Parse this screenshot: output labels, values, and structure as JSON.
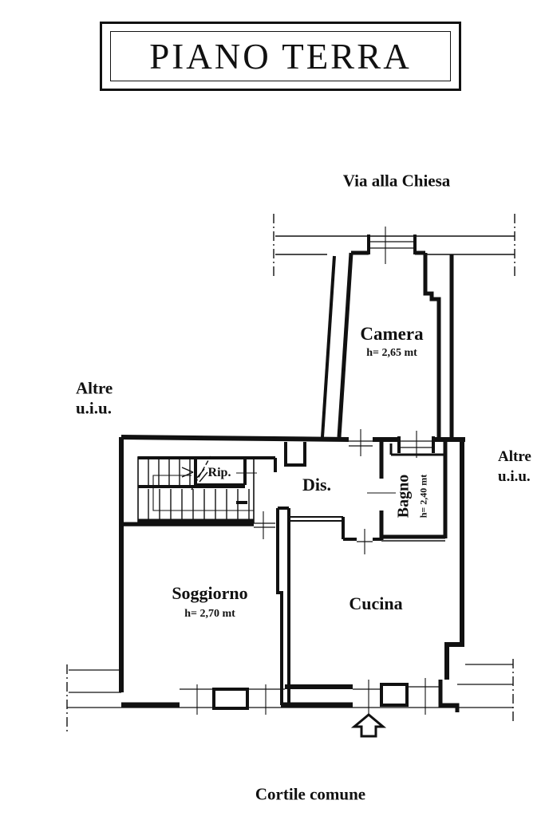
{
  "title": "PIANO TERRA",
  "labels": {
    "street": "Via alla Chiesa",
    "courtyard": "Cortile comune",
    "neighbor_left": [
      "Altre",
      "u.i.u."
    ],
    "neighbor_right": [
      "Altre",
      "u.i.u."
    ]
  },
  "rooms": {
    "camera": {
      "name": "Camera",
      "height": "h= 2,65 mt"
    },
    "bagno": {
      "name": "Bagno",
      "height": "h= 2,40 mt"
    },
    "dis": {
      "name": "Dis."
    },
    "rip": {
      "name": "Rip."
    },
    "soggiorno": {
      "name": "Soggiorno",
      "height": "h= 2,70 mt"
    },
    "cucina": {
      "name": "Cucina"
    }
  },
  "icons": {
    "entrance_arrow": "up-block-arrow",
    "stair_direction_arrow": "right-open-arrow"
  },
  "colors": {
    "ink": "#111111",
    "paper": "#ffffff"
  }
}
